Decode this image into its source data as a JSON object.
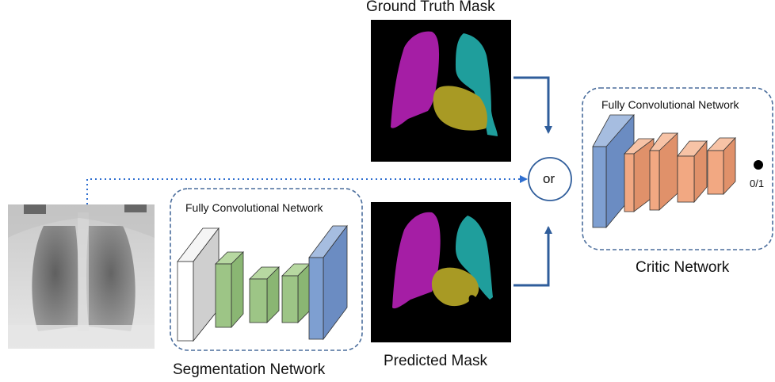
{
  "labels": {
    "ground_truth": "Ground Truth Mask",
    "predicted": "Predicted Mask",
    "segmentation_network": "Segmentation Network",
    "critic_network": "Critic Network",
    "fcn_seg": "Fully Convolutional Network",
    "fcn_critic": "Fully Convolutional Network",
    "or": "or",
    "output": "0/1"
  },
  "colors": {
    "left_lung": "#a51ea5",
    "right_lung": "#1f9e9c",
    "heart": "#a89a24",
    "mask_background": "#000000",
    "arrow": "#2f5d9b",
    "dashed_box": "#4a6d9c",
    "seg_input_layer": "#ffffff",
    "seg_gray_layer": "#cfcfcf",
    "seg_green_layer": "#9dc586",
    "blue_layer": "#7e9fd1",
    "critic_orange_layer": "#f2a882"
  }
}
